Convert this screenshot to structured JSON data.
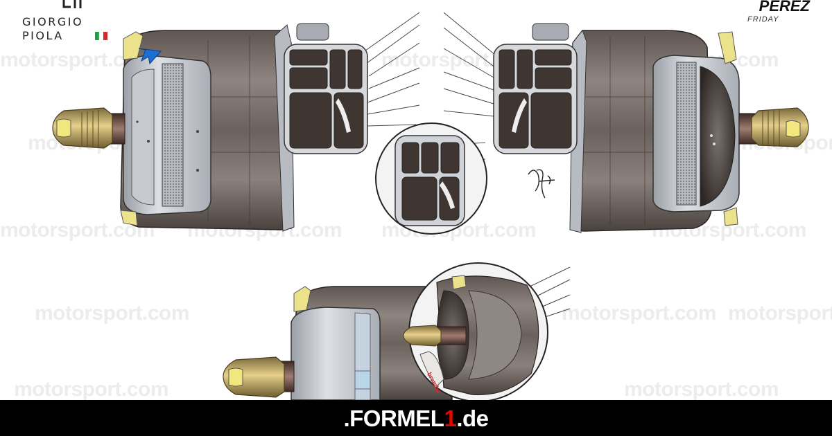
{
  "credit": {
    "name_line1": "GIORGIO",
    "name_line2": "PIOLA",
    "flag_colors": [
      "#1f9e48",
      "#ffffff",
      "#d9262c"
    ]
  },
  "caption": {
    "driver": "PEREZ",
    "session": "FRIDAY"
  },
  "watermark": {
    "text": "motorsport.com"
  },
  "footer": {
    "brand_prefix": ".FORMEL",
    "brand_number": "1",
    "brand_suffix": ".de",
    "background": "#000000",
    "accent": "#e10600"
  },
  "illustration": {
    "brake_brand": "brembo",
    "arrow_color": "#1a6fd6"
  }
}
